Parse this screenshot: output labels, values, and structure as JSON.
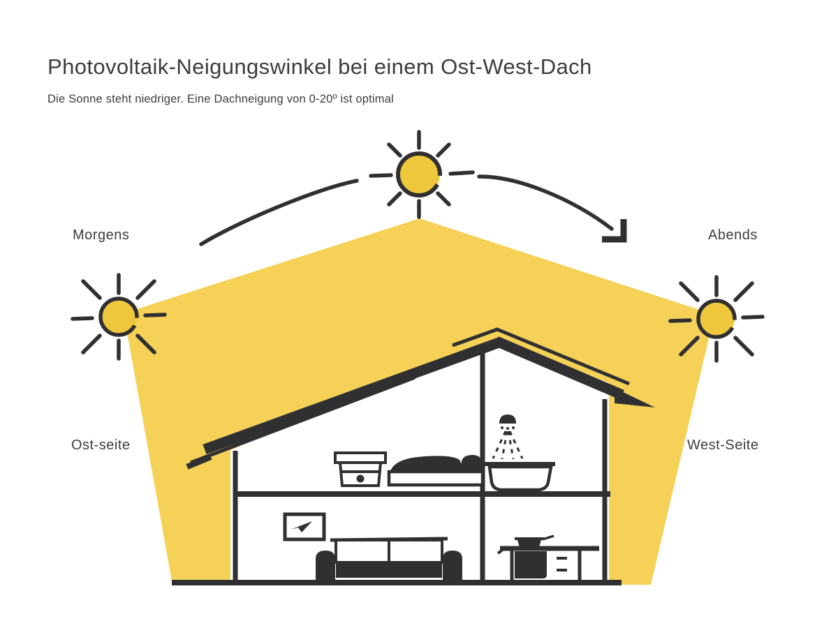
{
  "header": {
    "title": "Photovoltaik-Neigungswinkel bei einem Ost-West-Dach",
    "subtitle": "Die Sonne steht niedriger. Eine Dachneigung von 0-20º ist optimal"
  },
  "labels": {
    "morning": "Morgens",
    "evening": "Abends",
    "east_side": "Ost-seite",
    "west_side": "West-Seite"
  },
  "colors": {
    "background": "#FFFFFF",
    "beam": "#F5D158",
    "sun": "#EFC73C",
    "ink": "#303033",
    "text": "#3C3C3C"
  },
  "icons": {
    "morning_sun": "sun-icon",
    "noon_sun": "sun-icon",
    "evening_sun": "sun-icon",
    "sun_path": "arc-arrow-icon",
    "house": "house-cross-section-illustration"
  }
}
